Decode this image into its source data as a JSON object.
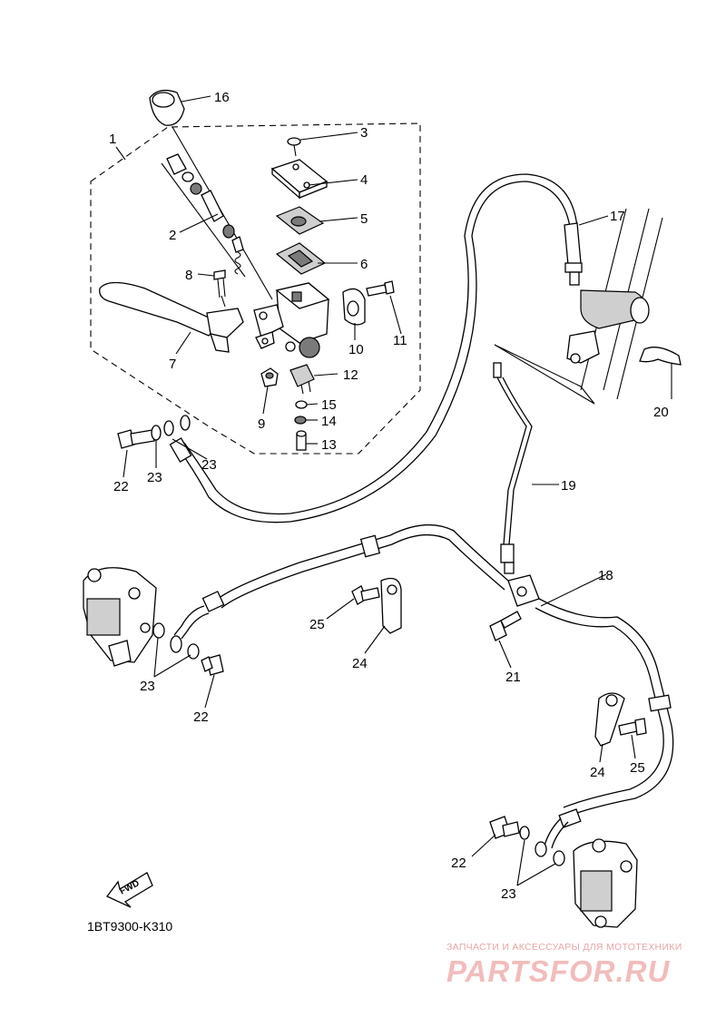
{
  "diagram_code": "1BT9300-K310",
  "fwd_label": "FWD",
  "callouts": {
    "c1": "1",
    "c2": "2",
    "c3": "3",
    "c4": "4",
    "c5": "5",
    "c6": "6",
    "c7": "7",
    "c8": "8",
    "c9": "9",
    "c10": "10",
    "c11": "11",
    "c12": "12",
    "c13": "13",
    "c14": "14",
    "c15": "15",
    "c16": "16",
    "c17": "17",
    "c18": "18",
    "c19": "19",
    "c20": "20",
    "c21": "21",
    "c22": "22",
    "c23": "23",
    "c24": "24",
    "c25": "25"
  },
  "watermark": {
    "tagline": "ЗАПЧАСТИ И АКСЕССУАРЫ ДЛЯ МОТОТЕХНИКИ",
    "brand": "PARTSFOR.RU"
  },
  "icons": [
    "fwd-arrow-icon"
  ]
}
